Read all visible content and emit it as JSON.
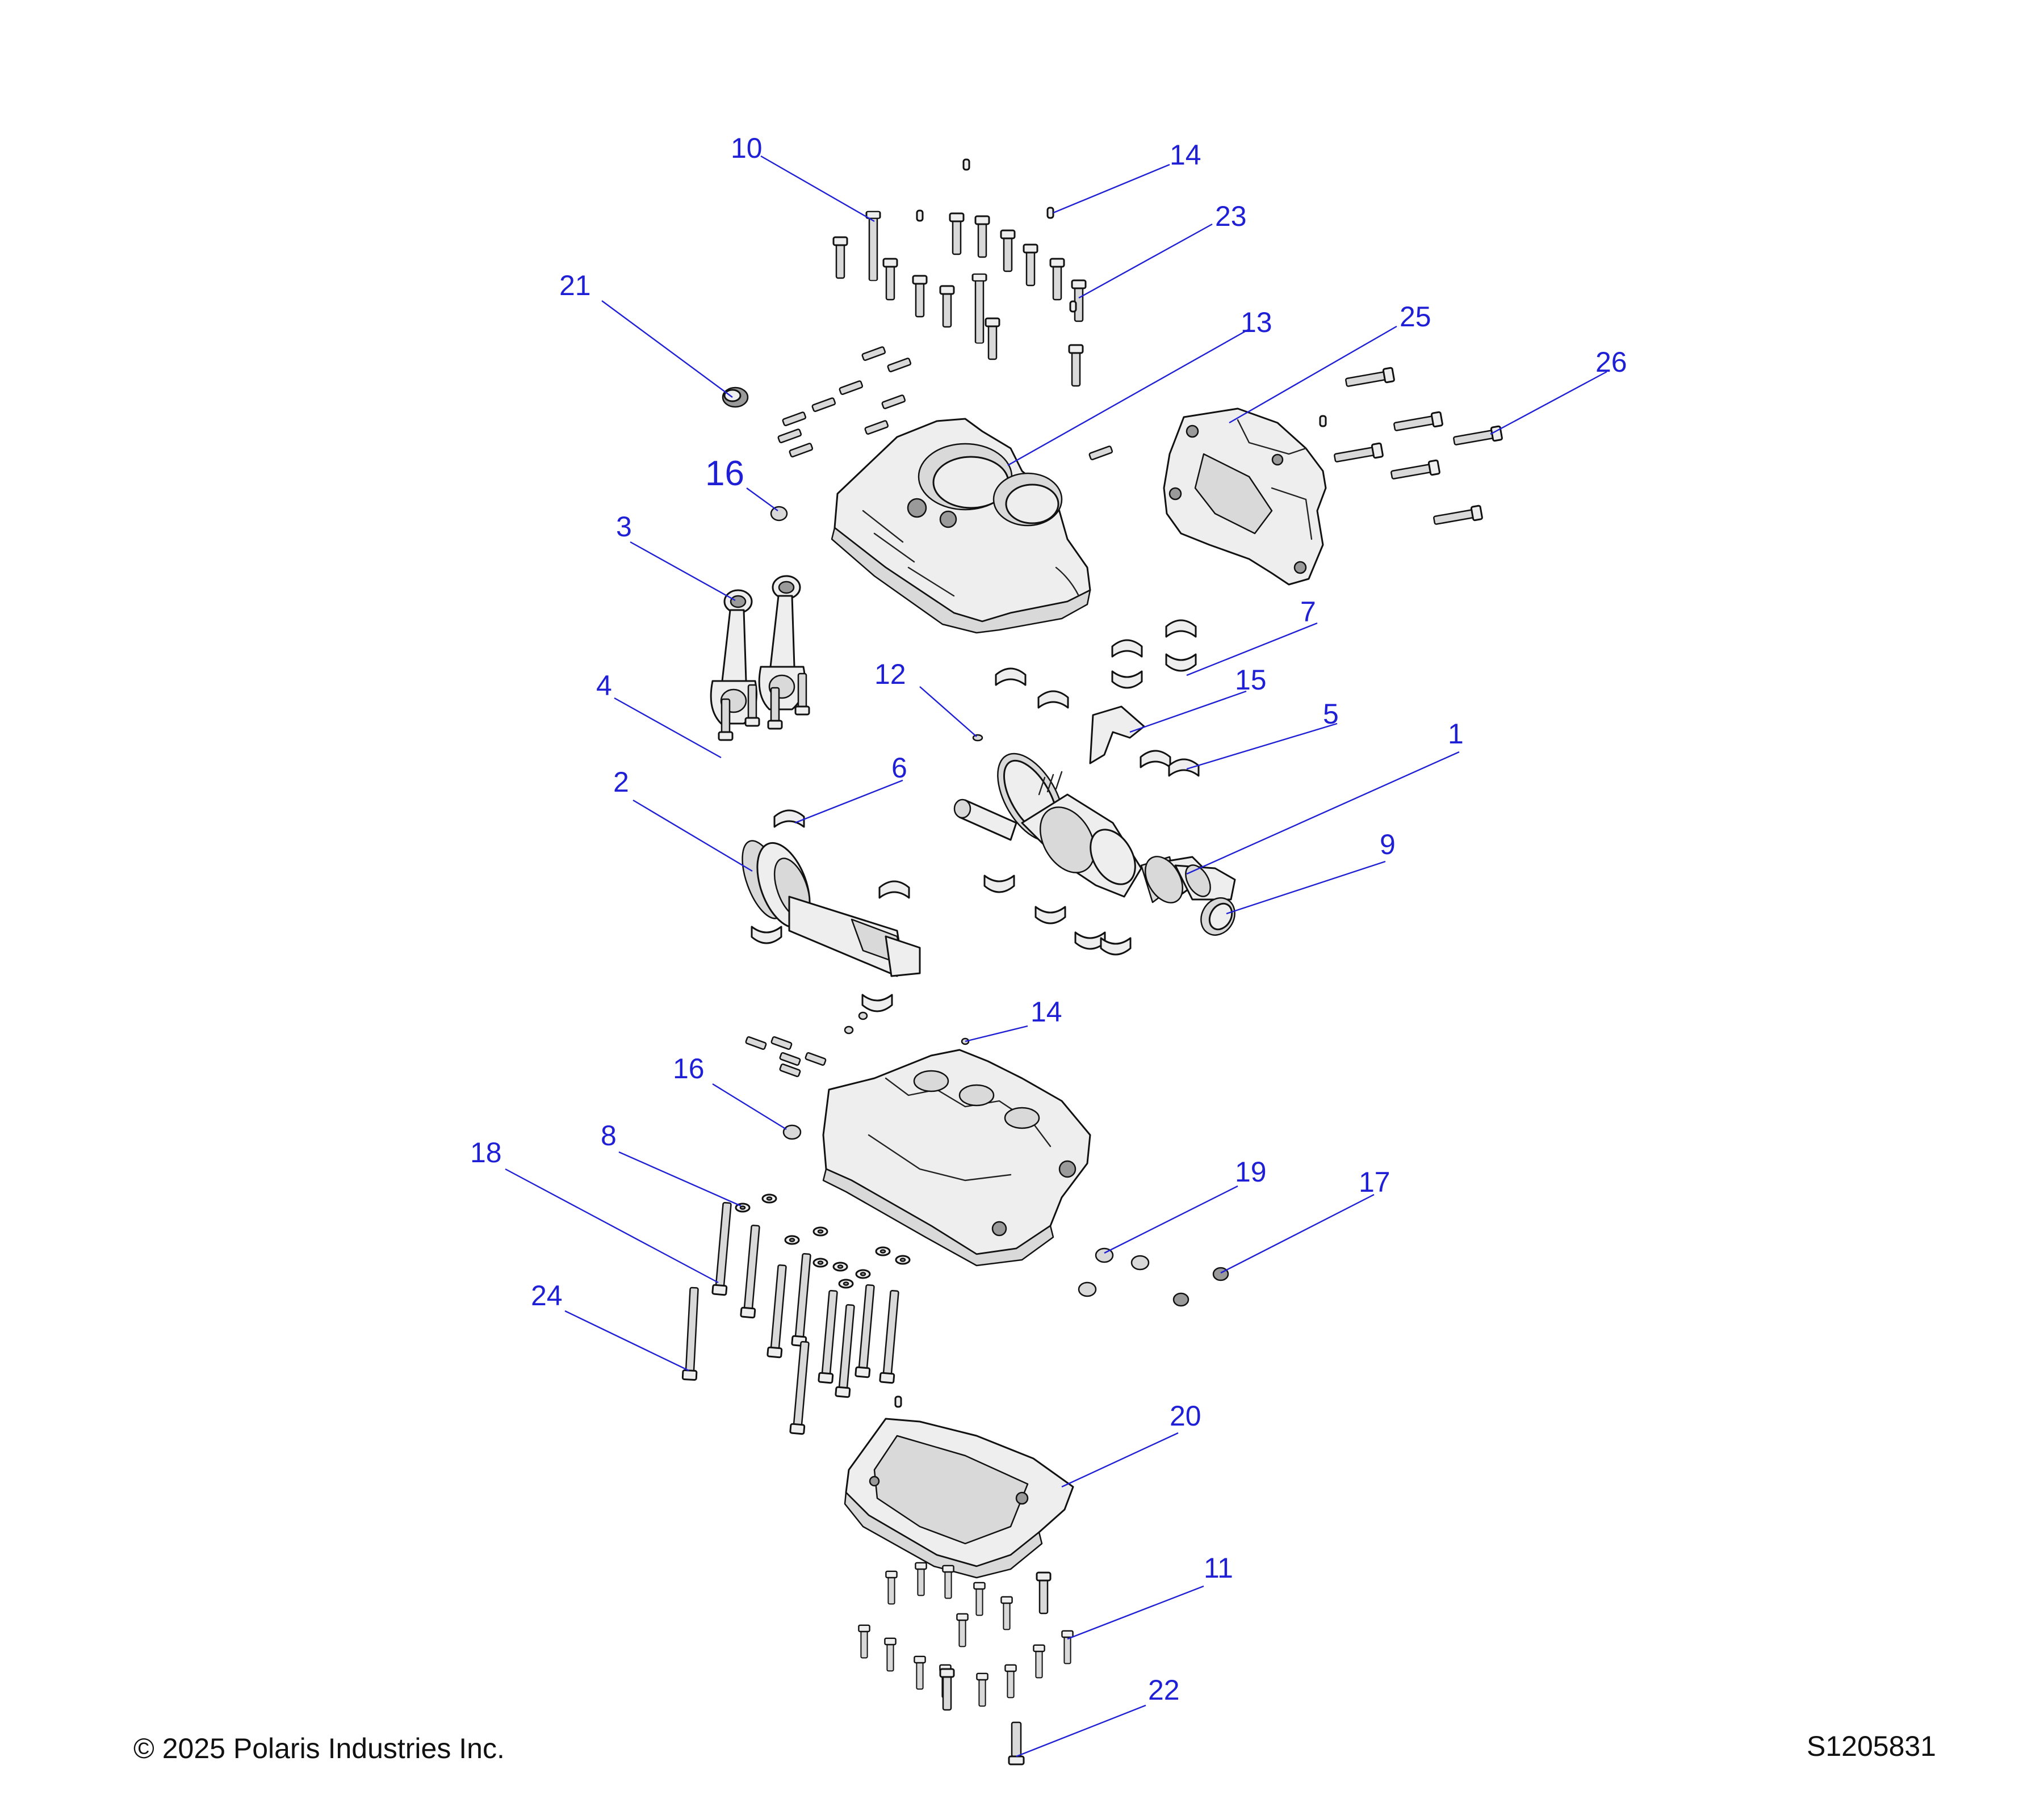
{
  "footer": {
    "copyright": "© 2025 Polaris Industries Inc.",
    "drawing_number": "S1205831"
  },
  "callouts": [
    {
      "id": "c1",
      "label": "1"
    },
    {
      "id": "c2",
      "label": "2"
    },
    {
      "id": "c3",
      "label": "3"
    },
    {
      "id": "c4",
      "label": "4"
    },
    {
      "id": "c5",
      "label": "5"
    },
    {
      "id": "c6",
      "label": "6"
    },
    {
      "id": "c7",
      "label": "7"
    },
    {
      "id": "c8",
      "label": "8"
    },
    {
      "id": "c9",
      "label": "9"
    },
    {
      "id": "c10",
      "label": "10"
    },
    {
      "id": "c11",
      "label": "11"
    },
    {
      "id": "c12",
      "label": "12"
    },
    {
      "id": "c13",
      "label": "13"
    },
    {
      "id": "c14a",
      "label": "14"
    },
    {
      "id": "c14b",
      "label": "14"
    },
    {
      "id": "c15",
      "label": "15"
    },
    {
      "id": "c16a",
      "label": "16"
    },
    {
      "id": "c16b",
      "label": "16"
    },
    {
      "id": "c17",
      "label": "17"
    },
    {
      "id": "c18",
      "label": "18"
    },
    {
      "id": "c19",
      "label": "19"
    },
    {
      "id": "c20",
      "label": "20"
    },
    {
      "id": "c21",
      "label": "21"
    },
    {
      "id": "c22",
      "label": "22"
    },
    {
      "id": "c23",
      "label": "23"
    },
    {
      "id": "c24",
      "label": "24"
    },
    {
      "id": "c25",
      "label": "25"
    },
    {
      "id": "c26",
      "label": "26"
    }
  ],
  "colors": {
    "callout": "#1f1fd6",
    "outline": "#111111",
    "part_fill": "#eeeeee",
    "background": "#ffffff"
  }
}
